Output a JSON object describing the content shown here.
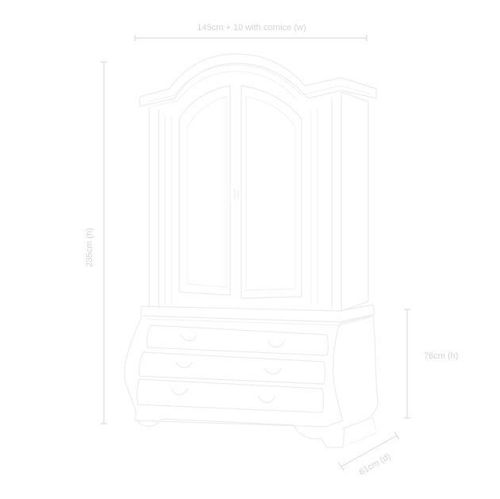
{
  "diagram": {
    "dimensions": {
      "width_label": "145cm + 10 with cornice (w)",
      "height_label": "235cm (h)",
      "base_height_label": "76cm (h)",
      "depth_label": "61cm (d)"
    },
    "colors": {
      "background": "#ffffff",
      "dimension_line": "#d6d6d6",
      "dimension_text": "#d4d4d4",
      "sketch_stroke": "#ececec"
    }
  }
}
